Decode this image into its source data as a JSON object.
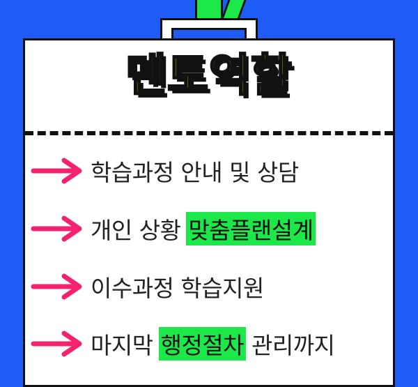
{
  "colors": {
    "background": "#1f5cf5",
    "lanyard": "#1de84a",
    "title_fill": "#fbf400",
    "arrow": "#f5226f",
    "highlight": "#1de84a"
  },
  "title": "멘토역할",
  "items": [
    {
      "text": "학습과정 안내 및 상담",
      "highlight": "",
      "after": ""
    },
    {
      "text": "개인 상황",
      "highlight": "맞춤플랜설계",
      "after": ""
    },
    {
      "text": "이수과정 학습지원",
      "highlight": "",
      "after": ""
    },
    {
      "text": "마지막",
      "highlight": "행정절차",
      "after": "관리까지"
    }
  ],
  "icons": {
    "bullet": "arrow-right-icon"
  }
}
